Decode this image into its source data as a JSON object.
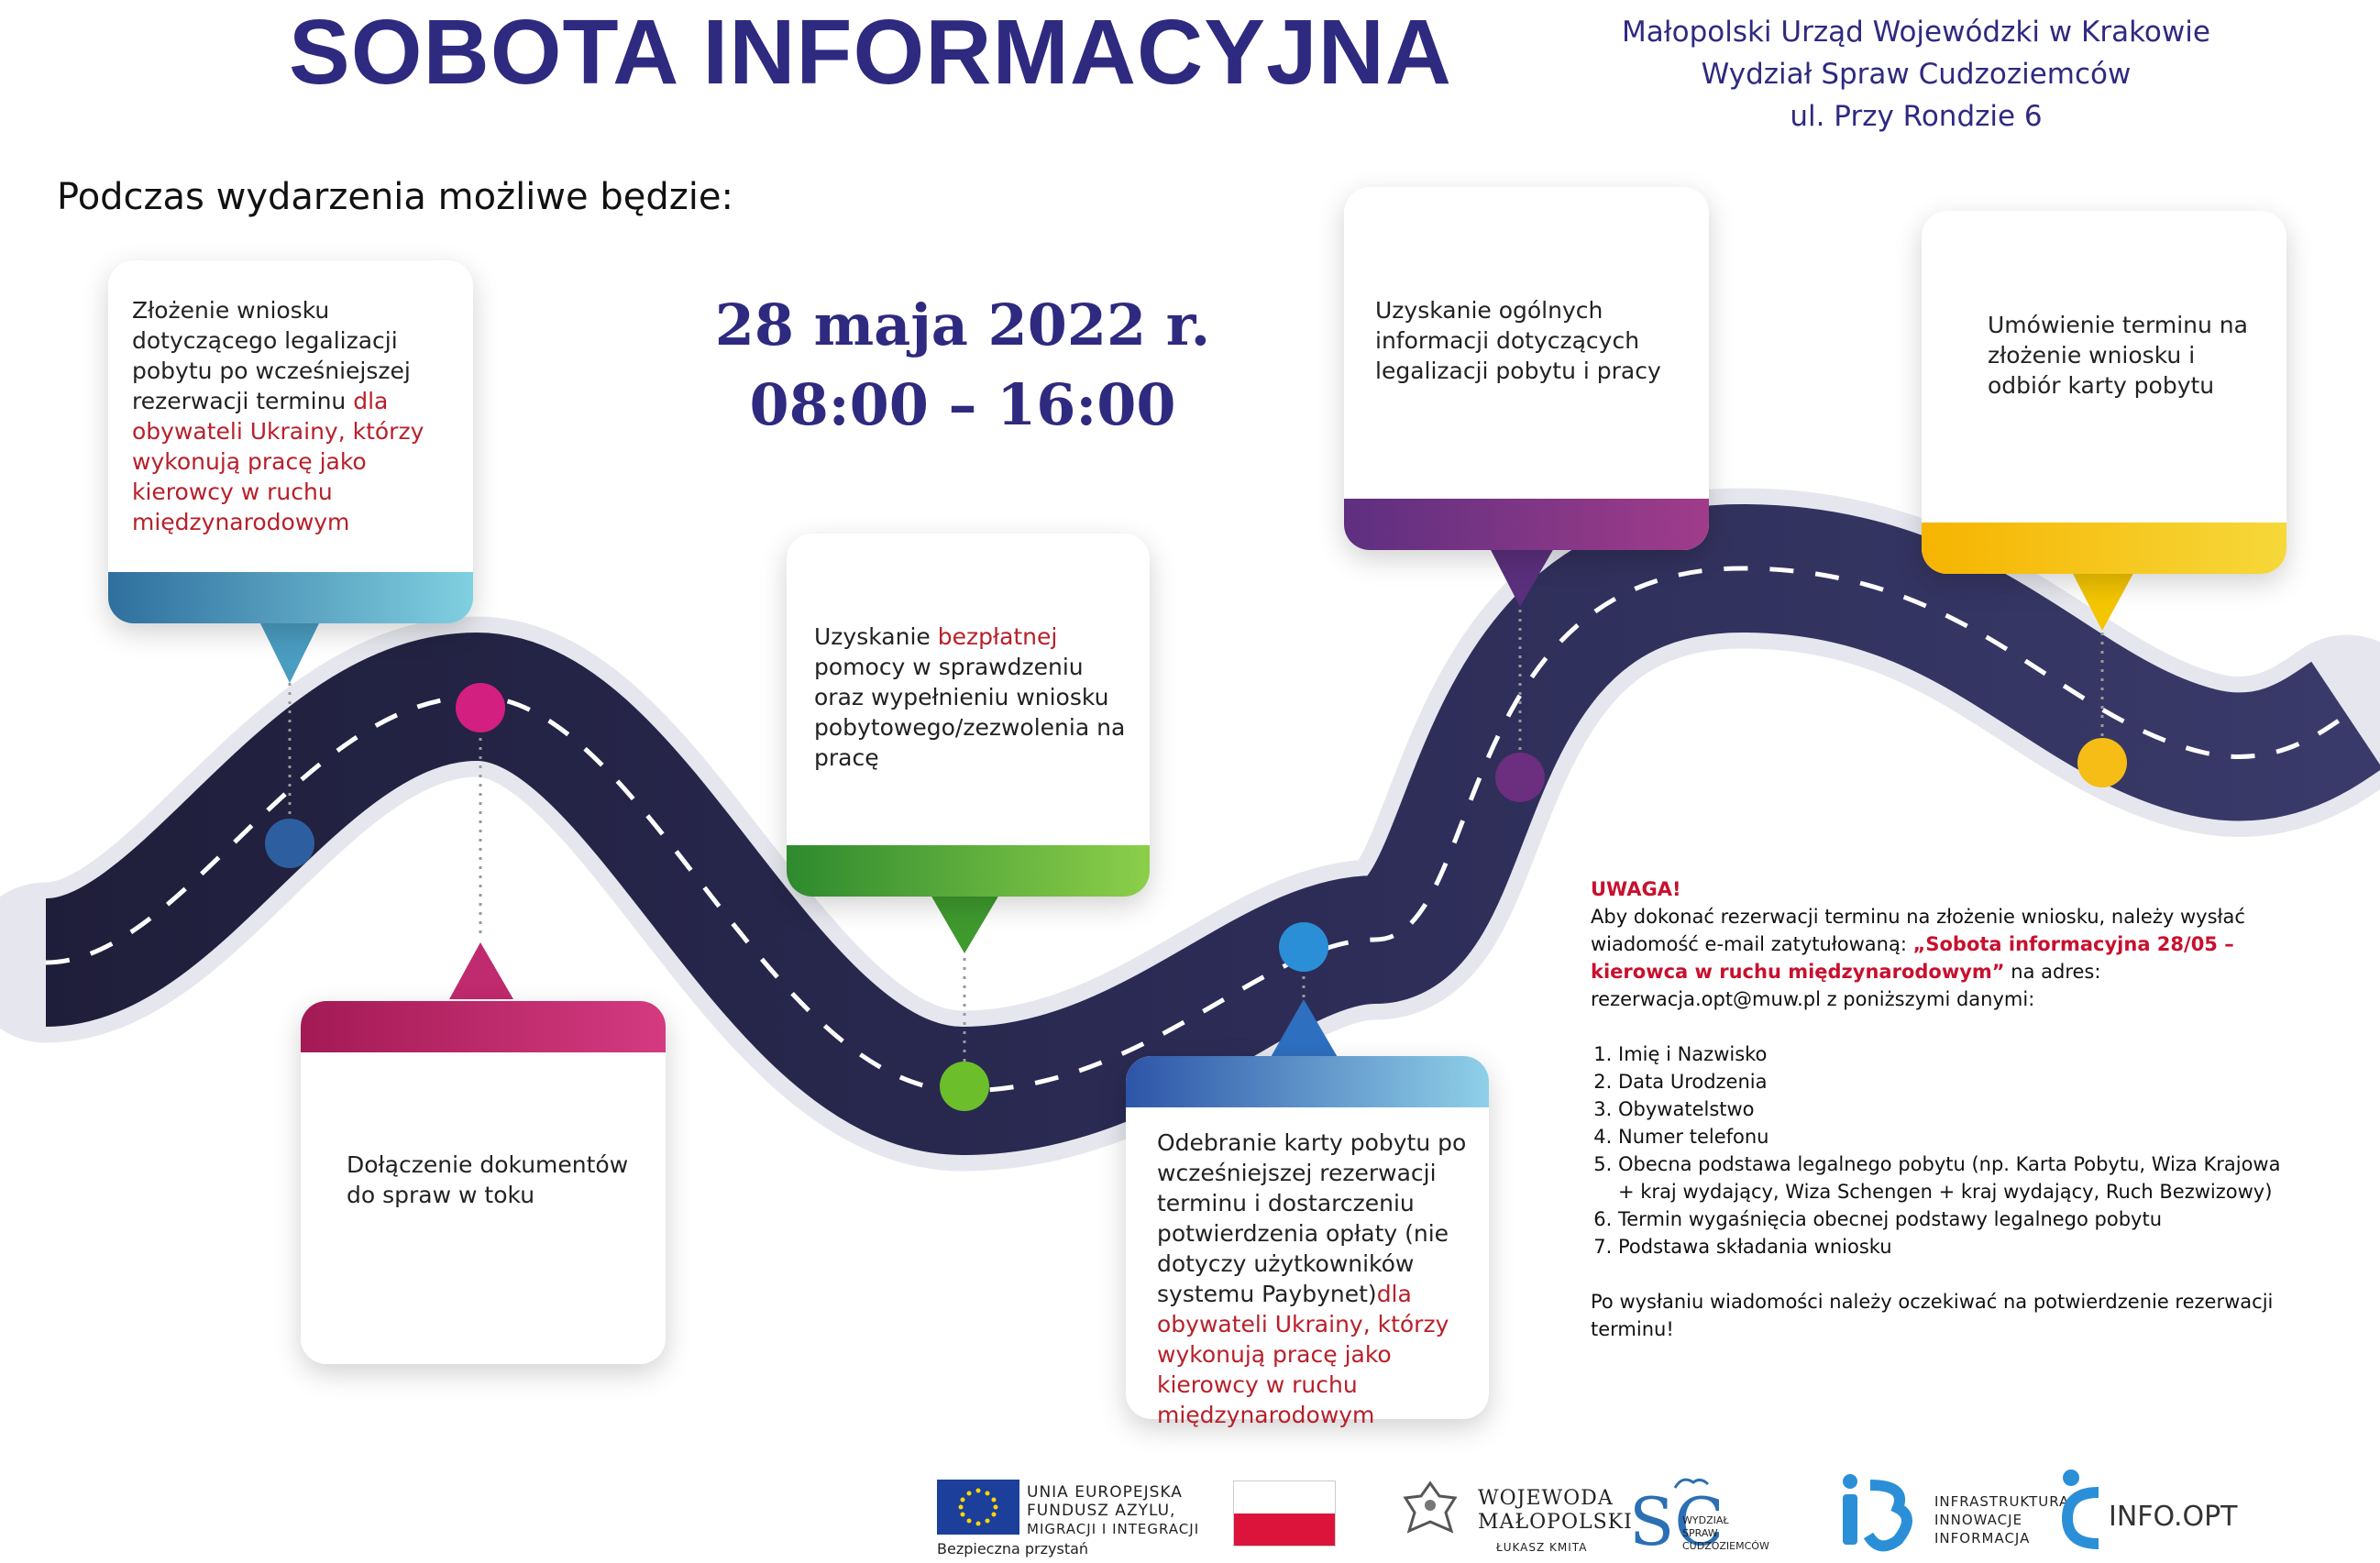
{
  "header": {
    "title": "SOBOTA INFORMACYJNA",
    "office_line1": "Małopolski Urząd Wojewódzki w Krakowie",
    "office_line2": "Wydział Spraw Cudzoziemców",
    "office_line3": "ul. Przy Rondzie 6"
  },
  "intro": "Podczas wydarzenia możliwe będzie:",
  "event": {
    "date": "28 maja 2022 r.",
    "time": "08:00 – 16:00"
  },
  "cards": {
    "card1": {
      "text": "Złożenie wniosku dotyczącego legalizacji pobytu po wcześniejszej rezerwacji terminu",
      "highlight": "dla obywateli Ukrainy, którzy wykonują pracę jako kierowcy w ruchu międzynarodowym"
    },
    "card2": {
      "text": "Dołączenie dokumentów do spraw w toku"
    },
    "card3": {
      "pre": "Uzyskanie ",
      "highlight": "bezpłatnej",
      "post": " pomocy w sprawdzeniu oraz wypełnieniu wniosku pobytowego/zezwolenia na pracę"
    },
    "card4": {
      "text": "Odebranie karty pobytu po wcześniejszej rezerwacji terminu i dostarczeniu potwierdzenia opłaty (nie dotyczy użytkowników systemu Paybynet)",
      "highlight": "dla obywateli Ukrainy, którzy wykonują pracę jako kierowcy w ruchu międzynarodowym"
    },
    "card5": {
      "text": "Uzyskanie ogólnych informacji dotyczących legalizacji pobytu i pracy"
    },
    "card6": {
      "text": "Umówienie terminu na złożenie wniosku i odbiór karty pobytu"
    }
  },
  "notice": {
    "heading": "UWAGA!",
    "intro_pre": "Aby dokonać rezerwacji terminu na złożenie wniosku, należy wysłać wiadomość e-mail zatytułowaną: ",
    "intro_subject": "„Sobota informacyjna 28/05 – kierowca w ruchu międzynarodowym”",
    "intro_post": " na adres: rezerwacja.opt@muw.pl z poniższymi danymi:",
    "items": [
      "Imię i Nazwisko",
      "Data Urodzenia",
      "Obywatelstwo",
      "Numer telefonu",
      "Obecna podstawa legalnego pobytu (np. Karta Pobytu, Wiza Krajowa + kraj wydający, Wiza Schengen + kraj wydający, Ruch Bezwizowy)",
      "Termin wygaśnięcia obecnej podstawy legalnego pobytu",
      "Podstawa składania wniosku"
    ],
    "closing": "Po wysłaniu wiadomości należy oczekiwać na potwierdzenie rezerwacji terminu!"
  },
  "logos": {
    "eu_line1": "UNIA EUROPEJSKA",
    "eu_line2": "FUNDUSZ AZYLU,",
    "eu_line3": "MIGRACJI I INTEGRACJI",
    "eu_caption": "Bezpieczna przystań",
    "wojewoda_line1": "WOJEWODA",
    "wojewoda_line2": "MAŁOPOLSKI",
    "wojewoda_name": "ŁUKASZ KMITA",
    "sc_text": "WYDZIAŁ SPRAW CUDZOZIEMCÓW",
    "iii_line1": "INFRASTRUKTURA",
    "iii_line2": "INNOWACJE",
    "iii_line3": "INFORMACJA",
    "infoopt": "INFO.OPT"
  },
  "colors": {
    "title": "#2e2a80",
    "road": "#2b2b52",
    "highlight_red": "#b8202a",
    "card1_band": "#4a9cc0",
    "card2_band": "#c02a6e",
    "card3_band": "#3f9a2e",
    "card4_band": "#2e6fc0",
    "card5_band": "#5a2f7c",
    "card6_band": "#f4c600"
  }
}
